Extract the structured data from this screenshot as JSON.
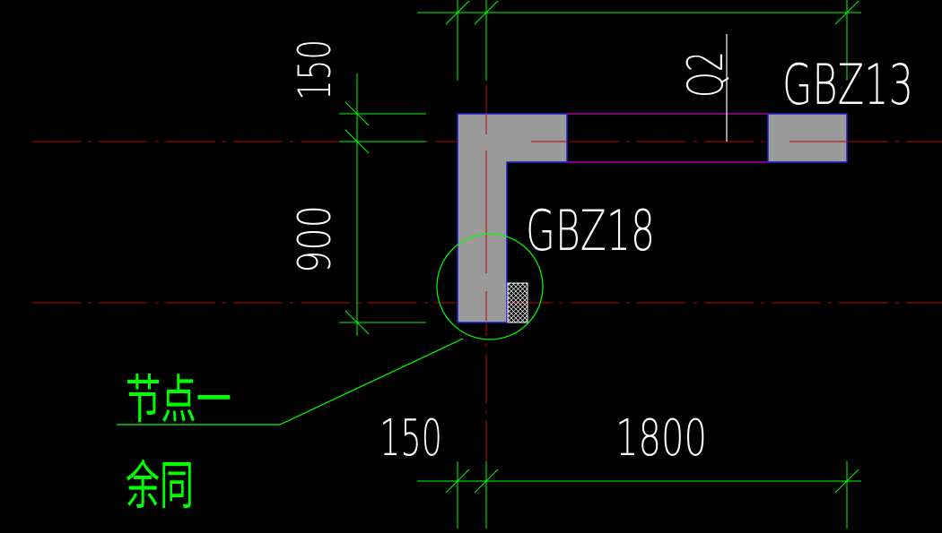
{
  "colors": {
    "background": "#000000",
    "dimension": "#00ff00",
    "axis": "#c00000",
    "wall_fill": "#9a9a9a",
    "wall_edge": "#2020c8",
    "beam": "#d000d0",
    "text": "#ffffff",
    "note": "#00ff00"
  },
  "labels": {
    "gbz13": "GBZ13",
    "gbz18": "GBZ18",
    "q2": "Q2"
  },
  "dimensions": {
    "left_150": "150",
    "left_900": "900",
    "bottom_150": "150",
    "bottom_1800": "1800"
  },
  "annotation": {
    "line1": "节点一",
    "line2": "余同"
  }
}
